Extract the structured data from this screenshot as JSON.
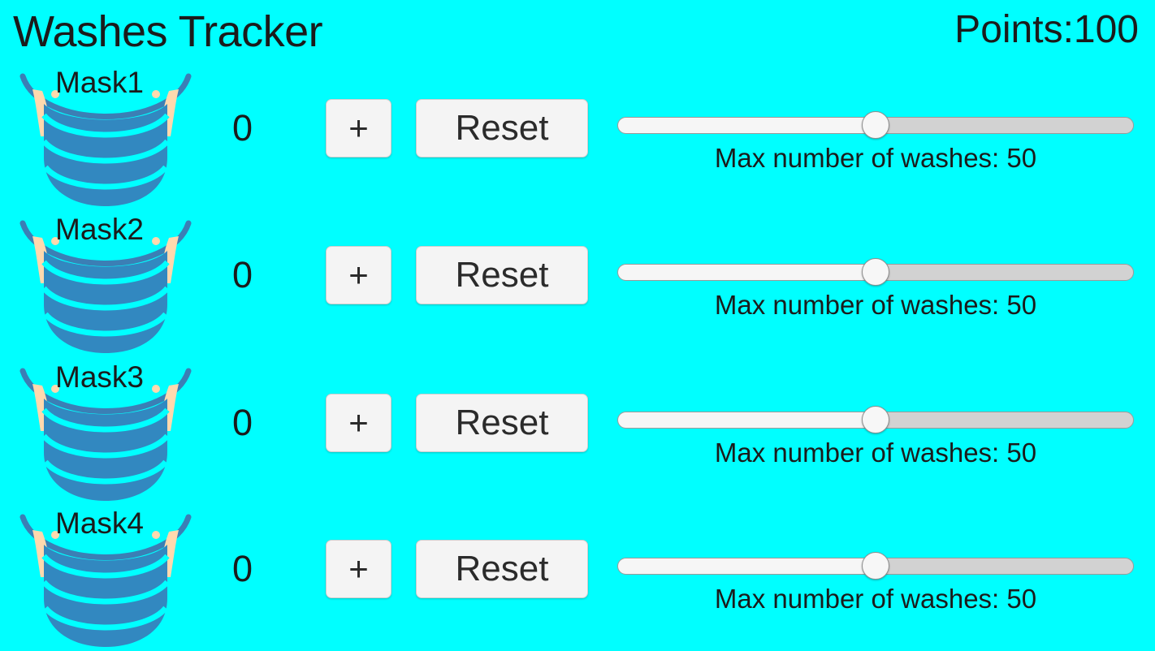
{
  "header": {
    "title": "Washes Tracker",
    "points_label": "Points:100",
    "points_value": 100
  },
  "theme": {
    "background": "#00FFFF",
    "text": "#1b1b1b",
    "button_bg": "#f4f4f4",
    "button_border": "#cfcfcf",
    "mask_blue": "#3288C0",
    "mask_strap": "#3B7FB5",
    "ear_loop": "#FFD9AE",
    "slider_track": "#d2d2d2",
    "slider_fill": "#f6f6f6",
    "slider_thumb": "#f7f7f7"
  },
  "controls": {
    "increment_label": "+",
    "reset_label": "Reset",
    "slider_caption_prefix": "Max number of washes:"
  },
  "rows": [
    {
      "mask_label": "Mask1",
      "count": "0",
      "increment_label": "+",
      "reset_label": "Reset",
      "slider_value": 50,
      "slider_min": 0,
      "slider_max": 100,
      "slider_percent": 50,
      "slider_caption": "Max number of washes: 50"
    },
    {
      "mask_label": "Mask2",
      "count": "0",
      "increment_label": "+",
      "reset_label": "Reset",
      "slider_value": 50,
      "slider_min": 0,
      "slider_max": 100,
      "slider_percent": 50,
      "slider_caption": "Max number of washes: 50"
    },
    {
      "mask_label": "Mask3",
      "count": "0",
      "increment_label": "+",
      "reset_label": "Reset",
      "slider_value": 50,
      "slider_min": 0,
      "slider_max": 100,
      "slider_percent": 50,
      "slider_caption": "Max number of washes: 50"
    },
    {
      "mask_label": "Mask4",
      "count": "0",
      "increment_label": "+",
      "reset_label": "Reset",
      "slider_value": 50,
      "slider_min": 0,
      "slider_max": 100,
      "slider_percent": 50,
      "slider_caption": "Max number of washes: 50"
    }
  ]
}
